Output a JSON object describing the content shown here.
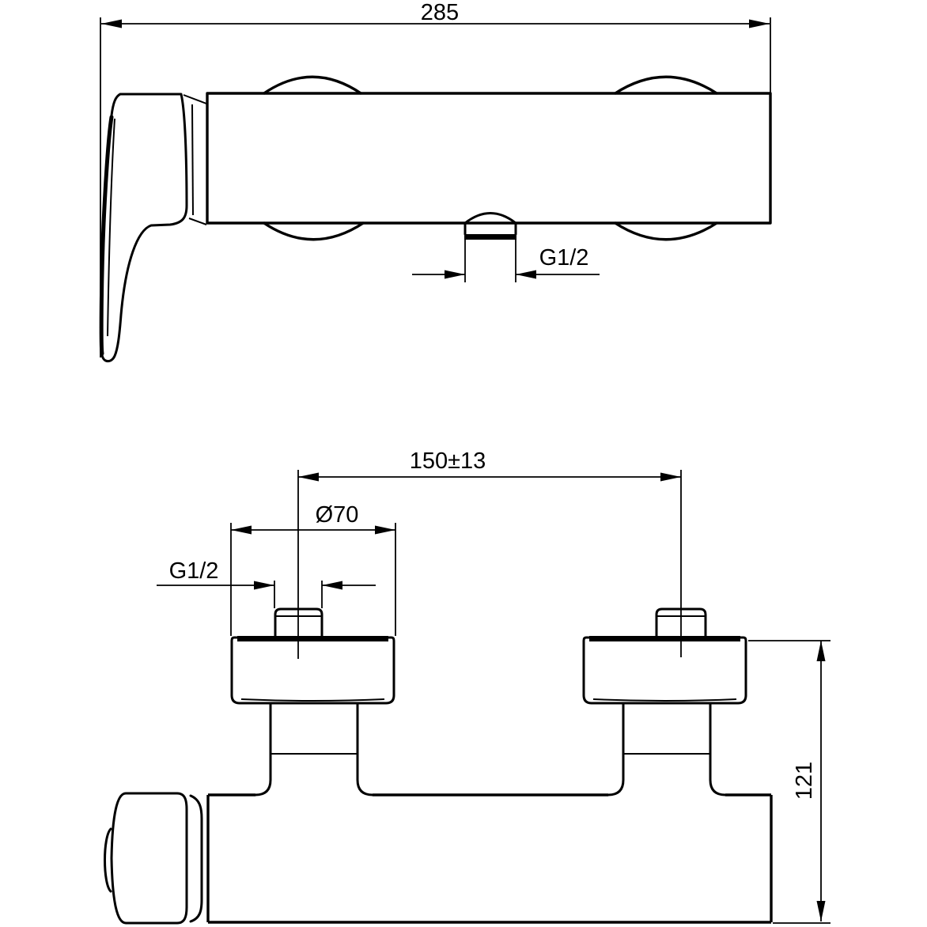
{
  "drawing": {
    "title": "shower-mixer-dimension-drawing",
    "colors": {
      "line": "#000000",
      "background": "#ffffff"
    },
    "side_view": {
      "overall_width_label": "285",
      "outlet_thread_label": "G1/2"
    },
    "top_view": {
      "inlet_spacing_label": "150±13",
      "escutcheon_diameter_label": "Ø70",
      "inlet_thread_label": "G1/2",
      "body_depth_label": "121"
    }
  }
}
